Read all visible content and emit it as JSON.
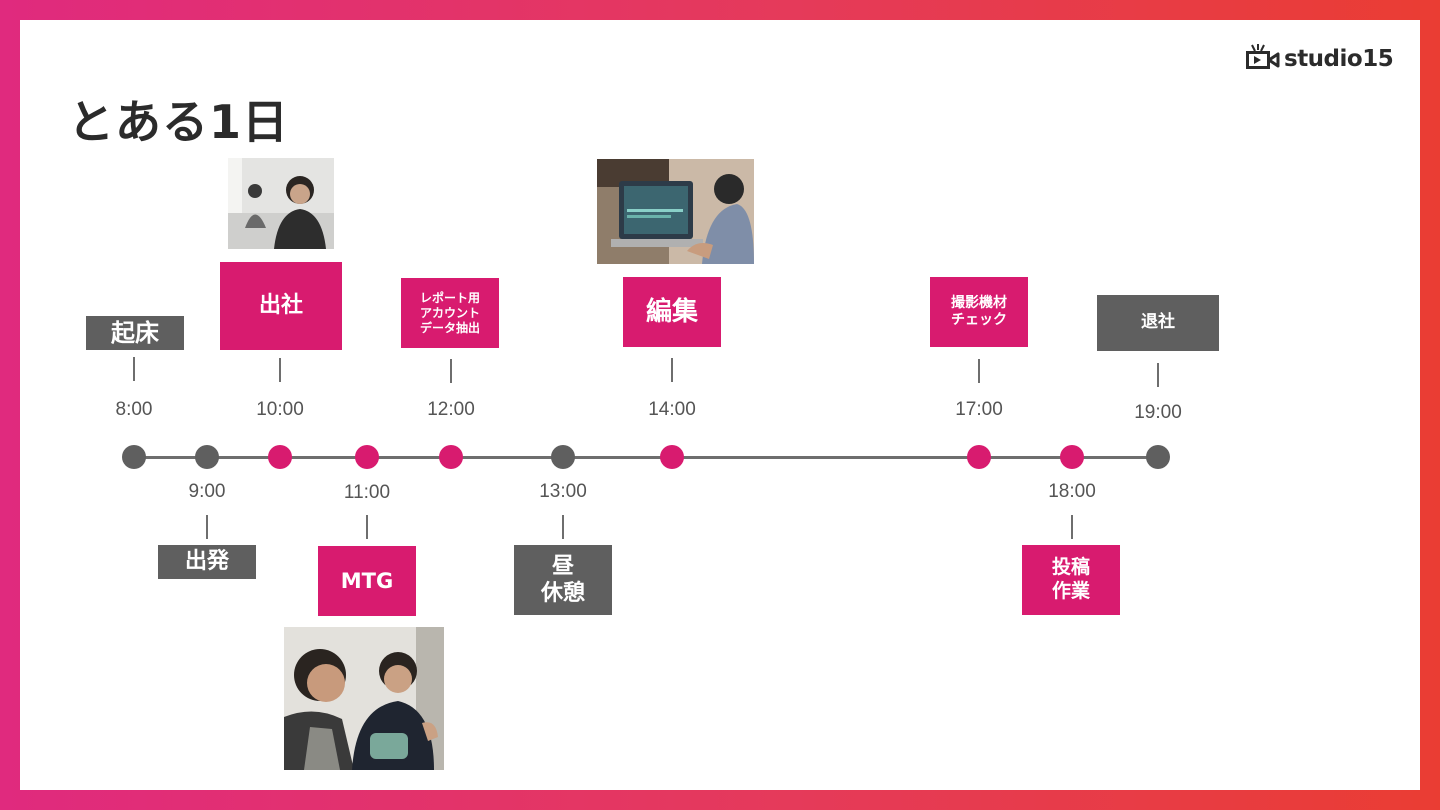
{
  "slide": {
    "title": "とある1日"
  },
  "logo": {
    "text": "studio15",
    "icon": "video-camera-icon"
  },
  "colors": {
    "pink": "#d81b6f",
    "gray": "#5f5f5f",
    "axis": "#6e6e6e",
    "frame": "#e53a5a"
  },
  "timeline": {
    "events": [
      {
        "id": "8",
        "time": "8:00",
        "label": "起床",
        "color": "gray"
      },
      {
        "id": "9",
        "time": "9:00",
        "label": "出発",
        "color": "gray"
      },
      {
        "id": "10",
        "time": "10:00",
        "label": "出社",
        "color": "pink"
      },
      {
        "id": "11",
        "time": "11:00",
        "label": "MTG",
        "color": "pink"
      },
      {
        "id": "12",
        "time": "12:00",
        "label": "レポート用\nアカウント\nデータ抽出",
        "color": "pink"
      },
      {
        "id": "13",
        "time": "13:00",
        "label": "昼\n休憩",
        "color": "gray"
      },
      {
        "id": "14",
        "time": "14:00",
        "label": "編集",
        "color": "pink"
      },
      {
        "id": "17",
        "time": "17:00",
        "label": "撮影機材\nチェック",
        "color": "pink"
      },
      {
        "id": "18",
        "time": "18:00",
        "label": "投稿\n作業",
        "color": "pink"
      },
      {
        "id": "19",
        "time": "19:00",
        "label": "退社",
        "color": "gray"
      }
    ]
  },
  "photos": {
    "office": "office-person-photo",
    "editing": "laptop-editing-photo",
    "meeting": "meeting-photo"
  }
}
